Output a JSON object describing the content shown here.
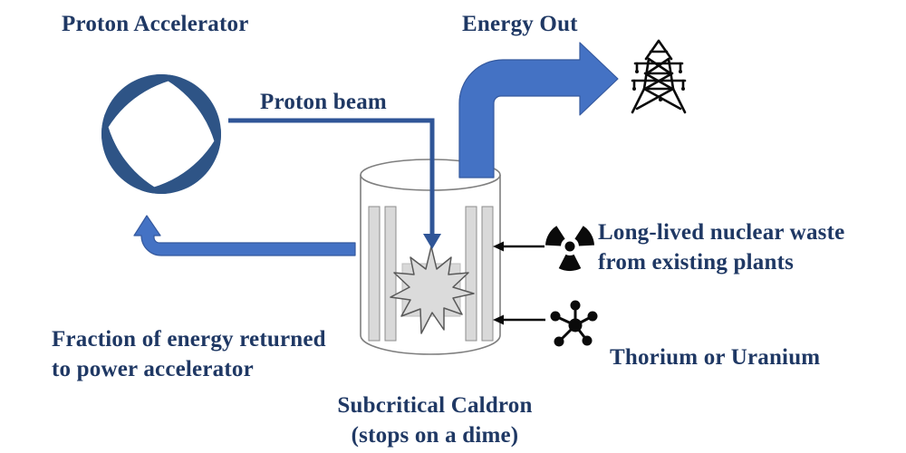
{
  "labels": {
    "proton_accelerator": "Proton Accelerator",
    "energy_out": "Energy Out",
    "proton_beam": "Proton beam",
    "nuclear_waste_line1": "Long-lived nuclear waste",
    "nuclear_waste_line2": "from existing plants",
    "thorium_uranium": "Thorium or Uranium",
    "energy_return_line1": "Fraction of energy returned",
    "energy_return_line2": "to power accelerator",
    "caldron_line1": "Subcritical Caldron",
    "caldron_line2": "(stops on a dime)"
  },
  "icons": {
    "accelerator": "swirl-icon",
    "power_grid": "transmission-tower-icon",
    "nuclear_waste": "radiation-icon",
    "fuel": "molecule-icon"
  },
  "colors": {
    "text_navy": "#1F3864",
    "arrow_blue": "#4472C4",
    "arrow_blue_edge": "#35599E",
    "beam_blue": "#2F5597",
    "swirl_blue": "#2E5486",
    "icon_black": "#0A0A0A",
    "vessel_stroke": "#7F7F7F",
    "rod_fill": "#D9D9D9",
    "star_fill": "#DBDBDB",
    "star_stroke": "#595959"
  }
}
